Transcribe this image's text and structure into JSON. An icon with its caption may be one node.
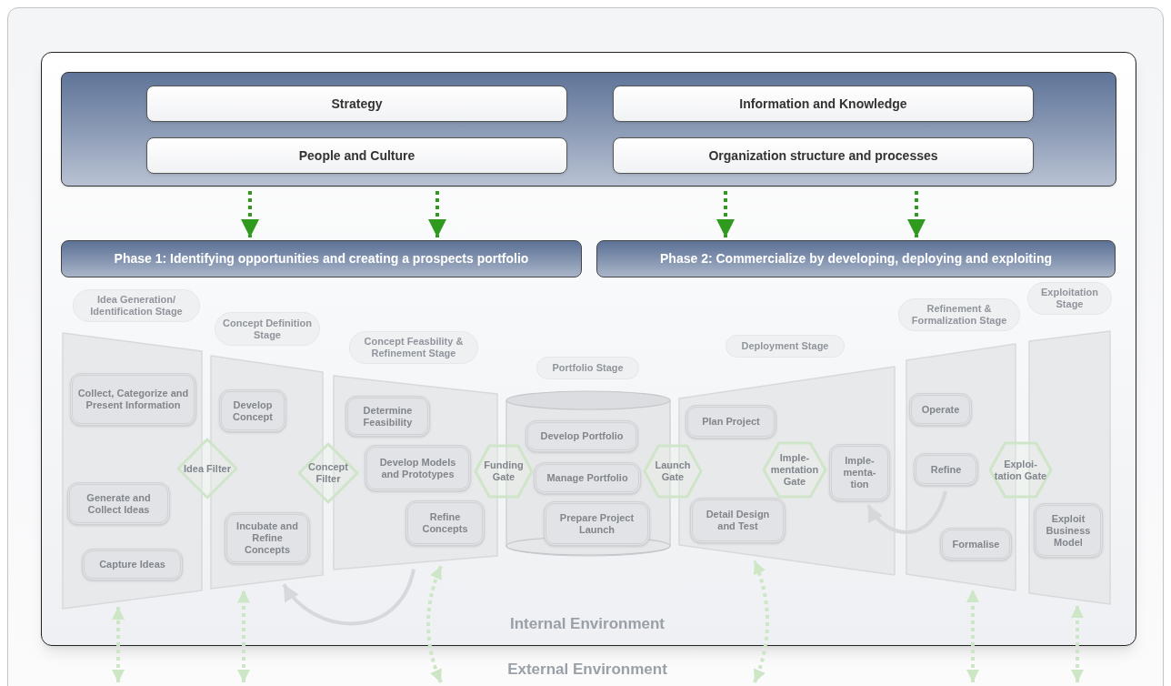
{
  "diagram": {
    "nodes": [
      {
        "text": [],
        "shape": "box"
      },
      {
        "text": [
          "Strategy"
        ],
        "in": 0
      },
      {
        "text": [
          "Information and Knowledge"
        ],
        "in": 0
      },
      {
        "text": [
          "People and Culture"
        ],
        "in": 0
      },
      {
        "text": [
          "Organization structure and processes"
        ],
        "in": 0
      },
      {
        "text": [
          "Phase 1: Identifying opportunities and creating a prospects portfolio"
        ]
      },
      {
        "text": [
          "Phase 2: Commercialize by developing, deploying and exploiting"
        ]
      },
      {
        "text": [
          "Idea Generation/ Identification Stage"
        ]
      },
      {
        "text": [
          "Concept Definition Stage"
        ]
      },
      {
        "text": [
          "Concept Feasbility & Refinement Stage"
        ]
      },
      {
        "text": [
          "Portfolio Stage"
        ]
      },
      {
        "text": [
          "Deployment Stage"
        ]
      },
      {
        "text": [
          "Refinement & Formalization Stage"
        ]
      },
      {
        "text": [
          "Exploitation Stage"
        ]
      },
      {
        "text": [],
        "shape": "trapezoid"
      },
      {
        "text": [
          "Collect, Categorize and Present Information"
        ],
        "in": 14
      },
      {
        "text": [
          "Generate and Collect Ideas"
        ],
        "in": 14
      },
      {
        "text": [
          "Capture Ideas"
        ],
        "in": 14
      },
      {
        "text": [
          "Idea Filter"
        ]
      },
      {
        "text": [],
        "shape": "trapezoid"
      },
      {
        "text": [
          "Develop Concept"
        ],
        "in": 19
      },
      {
        "text": [
          "Incubate and Refine Concepts"
        ],
        "in": 19
      },
      {
        "text": [
          "Concept Filter"
        ]
      },
      {
        "text": [],
        "shape": "trapezoid"
      },
      {
        "text": [
          "Determine Feasibility"
        ],
        "in": 23
      },
      {
        "text": [
          "Develop Models and Prototypes"
        ],
        "in": 23
      },
      {
        "text": [
          "Refine Concepts"
        ],
        "in": 23
      },
      {
        "text": [
          "Funding Gate"
        ]
      },
      {
        "text": [],
        "shape": "cylinder"
      },
      {
        "text": [
          "Develop Portfolio"
        ],
        "in": 28
      },
      {
        "text": [
          "Manage Portfolio"
        ],
        "in": 28
      },
      {
        "text": [
          "Prepare Project Launch"
        ],
        "in": 28
      },
      {
        "text": [
          "Launch Gate"
        ]
      },
      {
        "text": [],
        "shape": "trapezoid"
      },
      {
        "text": [
          "Plan Project"
        ],
        "in": 33
      },
      {
        "text": [
          "Detail Design and Test"
        ],
        "in": 33
      },
      {
        "text": [
          "Imple- mentation Gate"
        ],
        "in": 33
      },
      {
        "text": [
          "Imple- menta- tion"
        ],
        "in": 33
      },
      {
        "text": [],
        "shape": "trapezoid"
      },
      {
        "text": [
          "Operate"
        ],
        "in": 38
      },
      {
        "text": [
          "Refine"
        ],
        "in": 38
      },
      {
        "text": [
          "Formalise"
        ],
        "in": 38
      },
      {
        "text": [
          "Exploi- tation Gate"
        ]
      },
      {
        "text": [],
        "shape": "trapezoid"
      },
      {
        "text": [
          "Exploit Business Model"
        ],
        "in": 43
      }
    ],
    "edges": [
      {
        "from": 0,
        "to": 5,
        "arrow": "to",
        "style": "dashed",
        "color": "#2f9a1e"
      },
      {
        "from": 0,
        "to": 5,
        "arrow": "to",
        "style": "dashed",
        "color": "#2f9a1e"
      },
      {
        "from": 0,
        "to": 6,
        "arrow": "to",
        "style": "dashed",
        "color": "#2f9a1e"
      },
      {
        "from": 0,
        "to": 6,
        "arrow": "to",
        "style": "dashed",
        "color": "#2f9a1e"
      },
      {
        "from": 23,
        "to": 19,
        "arrow": "to",
        "color": "#d6d8db"
      },
      {
        "from": 40,
        "to": 37,
        "arrow": "to",
        "color": "#d6d8db"
      },
      {
        "from": null,
        "to": 14,
        "arrow": "both",
        "style": "dashed",
        "color": "#cde6c5"
      },
      {
        "from": null,
        "to": 19,
        "arrow": "both",
        "style": "dashed",
        "color": "#cde6c5"
      },
      {
        "from": null,
        "to": 23,
        "arrow": "both",
        "style": "dashed",
        "color": "#cde6c5"
      },
      {
        "from": null,
        "to": 33,
        "arrow": "both",
        "style": "dashed",
        "color": "#cde6c5"
      },
      {
        "from": null,
        "to": 38,
        "arrow": "both",
        "style": "dashed",
        "color": "#cde6c5"
      },
      {
        "from": null,
        "to": 43,
        "arrow": "both",
        "style": "dashed",
        "color": "#cde6c5"
      }
    ],
    "labels": [
      "Internal Environment",
      "External Environment"
    ]
  }
}
